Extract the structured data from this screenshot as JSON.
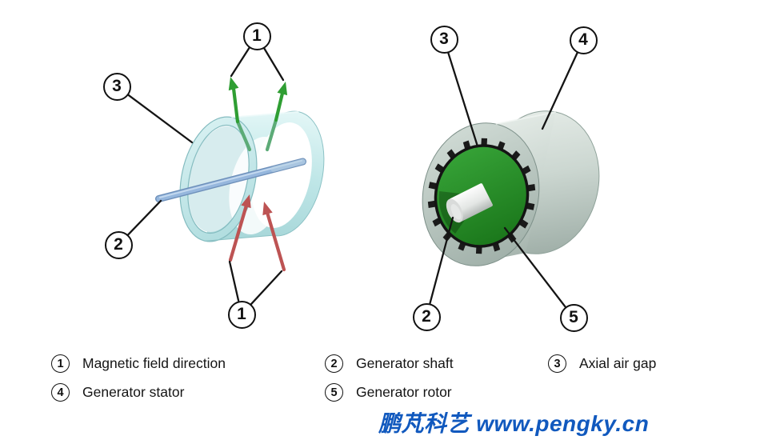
{
  "legend": {
    "items": [
      {
        "number": "1",
        "label": "Magnetic field direction"
      },
      {
        "number": "2",
        "label": "Generator shaft"
      },
      {
        "number": "3",
        "label": "Axial air gap"
      },
      {
        "number": "4",
        "label": "Generator stator"
      },
      {
        "number": "5",
        "label": "Generator rotor"
      }
    ]
  },
  "callouts": {
    "left": [
      {
        "ref": "magnetic-field-top",
        "number": "1"
      },
      {
        "ref": "axial-air-gap",
        "number": "3"
      },
      {
        "ref": "generator-shaft",
        "number": "2"
      },
      {
        "ref": "magnetic-field-bottom",
        "number": "1"
      }
    ],
    "right": [
      {
        "ref": "axial-air-gap",
        "number": "3"
      },
      {
        "ref": "generator-stator",
        "number": "4"
      },
      {
        "ref": "generator-shaft",
        "number": "2"
      },
      {
        "ref": "generator-rotor",
        "number": "5"
      }
    ]
  },
  "watermark": {
    "text": "鹏芃科艺 www.pengky.cn",
    "color": "#1159be"
  },
  "colors": {
    "stator_ring_cyan": "#c0e7e8",
    "shaft_blue": "#96b7dd",
    "field_arrow_green": "#2f9e33",
    "field_arrow_red": "#bd5353",
    "stator_housing_gray": "#b7c4bf",
    "rotor_green": "#2a8f2d",
    "teeth_black": "#1a1a1a",
    "leader_line": "#141414"
  }
}
